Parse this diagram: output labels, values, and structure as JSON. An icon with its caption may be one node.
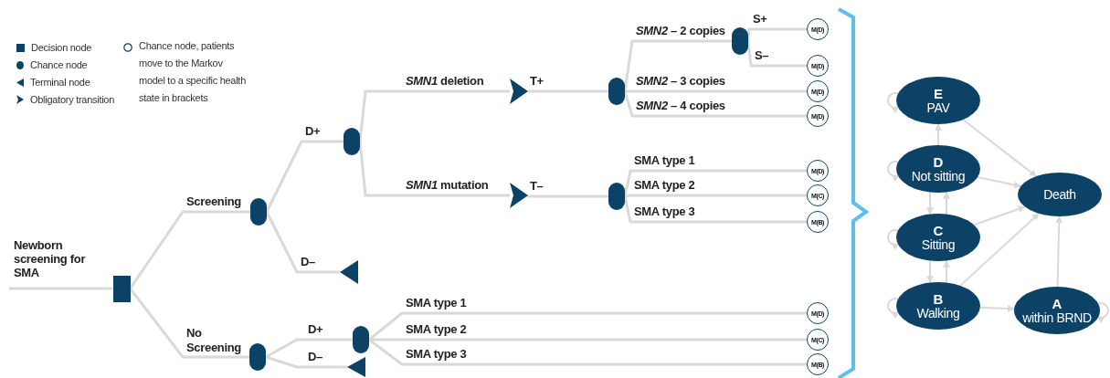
{
  "diagram": {
    "nodes": [
      {
        "text": [],
        "shape": "box",
        "beside": [
          "Newborn screening for SMA"
        ]
      },
      {
        "text": [],
        "shape": "circle"
      },
      {
        "text": [],
        "shape": "circle"
      },
      {
        "text": [],
        "shape": "triangle"
      },
      {
        "text": [],
        "shape": "triangle"
      },
      {
        "text": [],
        "shape": "triangle"
      },
      {
        "text": [],
        "shape": "circle"
      },
      {
        "text": [],
        "shape": "circle"
      },
      {
        "text": [
          "M(D)"
        ]
      },
      {
        "text": [
          "M(D)"
        ]
      },
      {
        "text": [
          "M(D)"
        ]
      },
      {
        "text": [
          "M(D)"
        ]
      },
      {
        "text": [],
        "shape": "circle"
      },
      {
        "text": [
          "M(D)"
        ]
      },
      {
        "text": [
          "M(C)"
        ]
      },
      {
        "text": [
          "M(B)"
        ]
      },
      {
        "text": [],
        "shape": "circle"
      },
      {
        "text": [],
        "shape": "circle"
      },
      {
        "text": [],
        "shape": "triangle"
      },
      {
        "text": [
          "M(D)"
        ]
      },
      {
        "text": [
          "M(C)"
        ]
      },
      {
        "text": [
          "M(B)"
        ]
      },
      {
        "text": [
          "E",
          "PAV"
        ]
      },
      {
        "text": [
          "D",
          "Not sitting"
        ]
      },
      {
        "text": [
          "C",
          "Sitting"
        ]
      },
      {
        "text": [
          "B",
          "Walking"
        ]
      },
      {
        "text": [
          "Death"
        ]
      },
      {
        "text": [
          "A",
          "within BRND"
        ]
      }
    ],
    "edges": [
      {
        "from": null,
        "to": 0,
        "arrow": "none"
      },
      {
        "from": 0,
        "to": 1,
        "arrow": "none",
        "label": "Screening"
      },
      {
        "from": 0,
        "to": 16,
        "arrow": "none",
        "label": "No Screening"
      },
      {
        "from": 1,
        "to": 2,
        "arrow": "none",
        "label": "D+"
      },
      {
        "from": 1,
        "to": 3,
        "arrow": "none",
        "label": "D–"
      },
      {
        "from": 2,
        "to": 4,
        "arrow": "none",
        "label": "*SMN1* deletion"
      },
      {
        "from": 2,
        "to": 5,
        "arrow": "none",
        "label": "*SMN1* mutation"
      },
      {
        "from": 4,
        "to": 6,
        "arrow": "none",
        "label": "T+"
      },
      {
        "from": 5,
        "to": 12,
        "arrow": "none",
        "label": "T–"
      },
      {
        "from": 6,
        "to": 7,
        "arrow": "none",
        "label": "*SMN2* – 2 copies"
      },
      {
        "from": 6,
        "to": 10,
        "arrow": "none",
        "label": "*SMN2* – 3 copies"
      },
      {
        "from": 6,
        "to": 11,
        "arrow": "none",
        "label": "*SMN2* – 4 copies"
      },
      {
        "from": 7,
        "to": 8,
        "arrow": "none",
        "label": "S+"
      },
      {
        "from": 7,
        "to": 9,
        "arrow": "none",
        "label": "S–"
      },
      {
        "from": 12,
        "to": 13,
        "arrow": "none",
        "label": "SMA type 1"
      },
      {
        "from": 12,
        "to": 14,
        "arrow": "none",
        "label": "SMA type 2"
      },
      {
        "from": 12,
        "to": 15,
        "arrow": "none",
        "label": "SMA type 3"
      },
      {
        "from": 16,
        "to": 17,
        "arrow": "none",
        "label": "D+"
      },
      {
        "from": 16,
        "to": 18,
        "arrow": "none",
        "label": "D–"
      },
      {
        "from": 17,
        "to": 19,
        "arrow": "none",
        "label": "SMA type 1"
      },
      {
        "from": 17,
        "to": 20,
        "arrow": "none",
        "label": "SMA type 2"
      },
      {
        "from": 17,
        "to": 21,
        "arrow": "none",
        "label": "SMA type 3"
      },
      {
        "from": 23,
        "to": 22,
        "arrow": "to"
      },
      {
        "from": 23,
        "to": 24,
        "arrow": "to"
      },
      {
        "from": 24,
        "to": 23,
        "arrow": "to"
      },
      {
        "from": 24,
        "to": 25,
        "arrow": "to"
      },
      {
        "from": 25,
        "to": 24,
        "arrow": "to"
      },
      {
        "from": 22,
        "to": 26,
        "arrow": "to"
      },
      {
        "from": 23,
        "to": 26,
        "arrow": "to"
      },
      {
        "from": 24,
        "to": 26,
        "arrow": "to"
      },
      {
        "from": 25,
        "to": 26,
        "arrow": "to"
      },
      {
        "from": 25,
        "to": 27,
        "arrow": "to"
      },
      {
        "from": 27,
        "to": 26,
        "arrow": "to"
      },
      {
        "from": 22,
        "to": 22,
        "arrow": "to"
      },
      {
        "from": 23,
        "to": 23,
        "arrow": "to"
      },
      {
        "from": 24,
        "to": 24,
        "arrow": "to"
      },
      {
        "from": 25,
        "to": 25,
        "arrow": "to"
      },
      {
        "from": 27,
        "to": 27,
        "arrow": "to"
      }
    ],
    "legend": [
      {
        "text": "Decision node"
      },
      {
        "text": "Chance node"
      },
      {
        "text": "Terminal node"
      },
      {
        "text": "Obligatory transition"
      },
      {
        "text": "Chance node, patients move to the Markov model to a specific health state in brackets"
      }
    ]
  }
}
